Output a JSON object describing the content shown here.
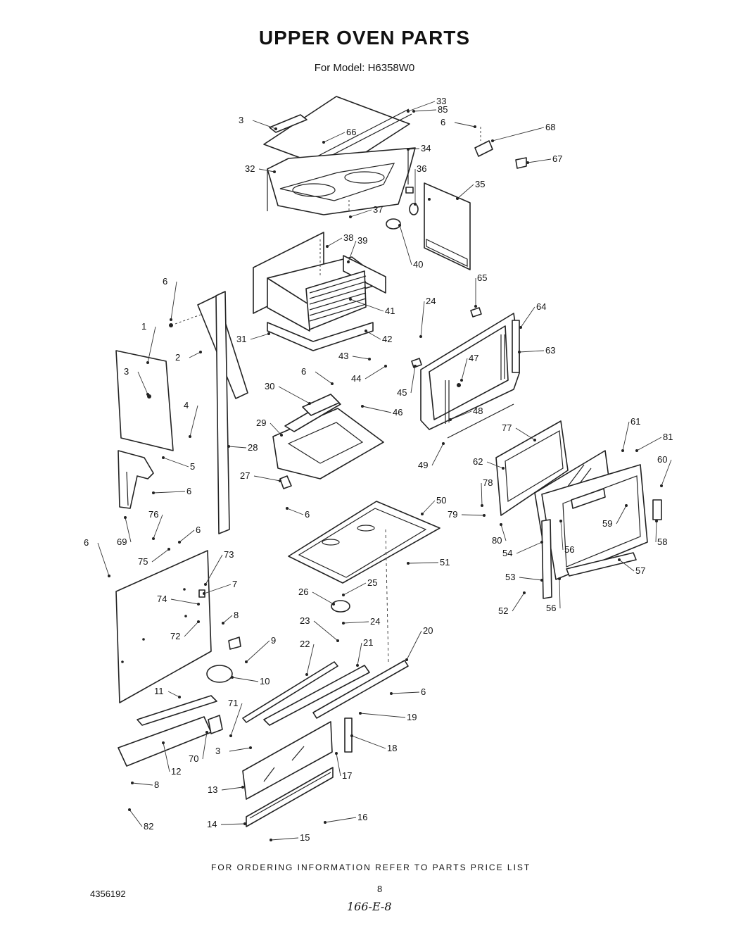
{
  "header": {
    "title": "UPPER OVEN PARTS",
    "subtitle": "For Model: H6358W0"
  },
  "footer": {
    "ordering_note": "FOR ORDERING INFORMATION REFER TO PARTS PRICE LIST",
    "doc_number": "4356192",
    "page_number": "8",
    "handwritten_code": "166-E-8"
  },
  "callouts": [
    "1",
    "2",
    "3",
    "4",
    "5",
    "6",
    "7",
    "8",
    "9",
    "10",
    "11",
    "12",
    "13",
    "14",
    "15",
    "16",
    "17",
    "18",
    "19",
    "20",
    "21",
    "22",
    "23",
    "24",
    "25",
    "26",
    "27",
    "28",
    "29",
    "30",
    "31",
    "32",
    "33",
    "34",
    "35",
    "36",
    "37",
    "38",
    "39",
    "40",
    "41",
    "42",
    "43",
    "44",
    "45",
    "46",
    "47",
    "48",
    "49",
    "50",
    "51",
    "52",
    "53",
    "54",
    "56",
    "57",
    "58",
    "59",
    "60",
    "61",
    "62",
    "63",
    "64",
    "65",
    "66",
    "67",
    "68",
    "69",
    "70",
    "71",
    "72",
    "73",
    "74",
    "75",
    "76",
    "77",
    "78",
    "79",
    "80",
    "81",
    "82",
    "85"
  ]
}
